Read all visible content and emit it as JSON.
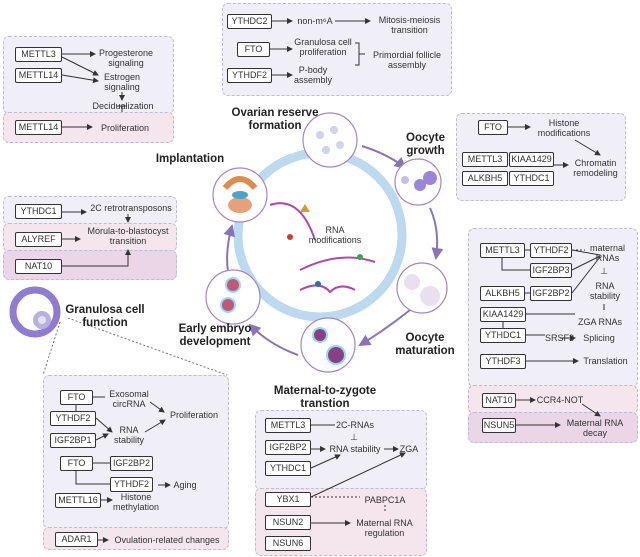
{
  "stages": {
    "ovarian_reserve": "Ovarian reserve\nformation",
    "oocyte_growth": "Oocyte\ngrowth",
    "oocyte_maturation": "Oocyte\nmaturation",
    "mzt": "Maternal-to-zygote\ntranstion",
    "early_embryo": "Early embryo\ndevelopment",
    "implantation": "Implantation",
    "granulosa": "Granulosa cell\nfunction"
  },
  "center_label": "RNA\nmodifications",
  "orp": {
    "genes": [
      "YTHDC2",
      "FTO",
      "YTHDF2"
    ],
    "texts": [
      "non-m⁶A",
      "Mitosis-meiosis\ntransition",
      "Granulosa cell\nproliferation",
      "P-body\nassembly",
      "Primordial follicle\nassembly"
    ]
  },
  "imp": {
    "genes": [
      "METTL3",
      "METTL14",
      "METTL14"
    ],
    "texts": [
      "Progesterone\nsignaling",
      "Estrogen\nsignaling",
      "Decidualization",
      "Proliferation"
    ]
  },
  "emb": {
    "genes": [
      "YTHDC1",
      "ALYREF",
      "NAT10"
    ],
    "texts": [
      "2C retrotransposons",
      "Morula-to-blastocyst\ntransition"
    ]
  },
  "og": {
    "genes": [
      "FTO",
      "METTL3",
      "KIAA1429",
      "ALKBH5",
      "YTHDC1"
    ],
    "texts": [
      "Histone\nmodifications",
      "Chromatin\nremodeling"
    ]
  },
  "om": {
    "genes": [
      "METTL3",
      "YTHDF2",
      "IGF2BP3",
      "ALKBH5",
      "IGF2BP2",
      "KIAA1429",
      "YTHDC1",
      "YTHDF3",
      "NAT10",
      "NSUN5"
    ],
    "texts": [
      "maternal\nRNAs",
      "⊥",
      "RNA\nstability",
      "ZGA RNAs",
      "SRSF3",
      "Splicing",
      "Translation",
      "CCR4-NOT",
      "Maternal RNA\ndecay"
    ]
  },
  "gc": {
    "genes": [
      "FTO",
      "YTHDF2",
      "IGF2BP1",
      "FTO",
      "IGF2BP2",
      "YTHDF2",
      "METTL16",
      "ADAR1"
    ],
    "texts": [
      "Exosomal\ncircRNA",
      "RNA\nstability",
      "Proliferation",
      "Aging",
      "Histone\nmethylation",
      "Ovulation-related changes"
    ]
  },
  "mzt": {
    "genes": [
      "METTL3",
      "IGF2BP2",
      "YTHDC1",
      "YBX1",
      "NSUN2",
      "NSUN6"
    ],
    "texts": [
      "2C-RNAs",
      "⊥",
      "RNA stability",
      "ZGA",
      "PABPC1A",
      "Maternal RNA\nregulation"
    ]
  },
  "colors": {
    "cycle_arrow": "#8a74b8",
    "panel": "#f0eff8",
    "panel_pink": "#f5e6ee",
    "ring": "#bcd9f0"
  }
}
